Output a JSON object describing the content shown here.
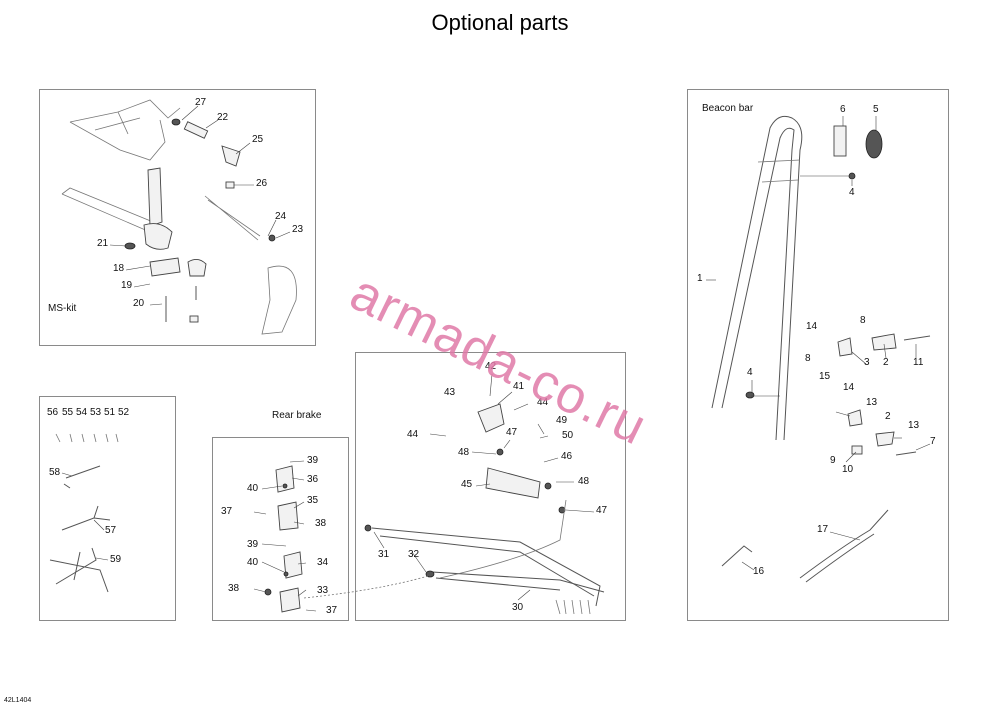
{
  "title": "Optional parts",
  "watermark": "armada-co.ru",
  "figure_code": "42L1404",
  "panels": {
    "ms_kit": {
      "label": "MS-kit",
      "callouts": [
        "27",
        "22",
        "25",
        "26",
        "24",
        "23",
        "21",
        "18",
        "19",
        "20"
      ]
    },
    "beacon_bar": {
      "label": "Beacon bar",
      "callouts": [
        "6",
        "5",
        "4",
        "1",
        "14",
        "8",
        "8",
        "3",
        "2",
        "11",
        "15",
        "4",
        "14",
        "13",
        "2",
        "13",
        "7",
        "9",
        "10",
        "17",
        "16"
      ]
    },
    "harness": {
      "label": "",
      "callouts": [
        "56",
        "55",
        "54",
        "53",
        "51",
        "52",
        "58",
        "57",
        "59"
      ]
    },
    "rear_brake": {
      "label": "Rear brake",
      "callouts": [
        "39",
        "40",
        "36",
        "35",
        "37",
        "38",
        "39",
        "40",
        "34",
        "38",
        "33",
        "37"
      ]
    },
    "rake": {
      "label": "",
      "callouts": [
        "42",
        "43",
        "41",
        "44",
        "44",
        "49",
        "47",
        "50",
        "48",
        "46",
        "45",
        "48",
        "47",
        "31",
        "32",
        "30"
      ]
    }
  },
  "colors": {
    "watermark": "#e07aa8",
    "frame": "#8a8a8a",
    "line": "#555555"
  }
}
